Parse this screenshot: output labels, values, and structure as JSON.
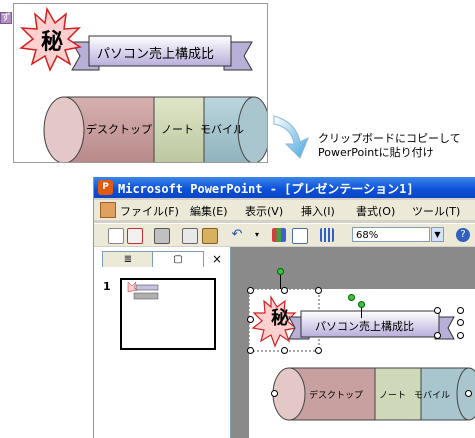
{
  "clip": {
    "stamp_char": "秘",
    "banner_text": "パソコン売上構成比",
    "segments": [
      "デスクトップ",
      "ノート",
      "モバイル"
    ]
  },
  "caption": {
    "line1": "クリップボードにコピーして",
    "line2": "PowerPointに貼り付け"
  },
  "window": {
    "title": "Microsoft PowerPoint - [プレゼンテーション1]",
    "menu": [
      "ファイル(F)",
      "編集(E)",
      "表示(V)",
      "挿入(I)",
      "書式(O)",
      "ツール(T)"
    ],
    "zoom": "68%",
    "slide_number": "1",
    "close_glyph": "×",
    "help_glyph": "?"
  },
  "colors": {
    "desktop": "#c9a0a0",
    "note": "#cfd8b8",
    "mobile": "#a9c6cf",
    "banner": "#c8c0e0",
    "titlebar": "#0b4fd8"
  }
}
